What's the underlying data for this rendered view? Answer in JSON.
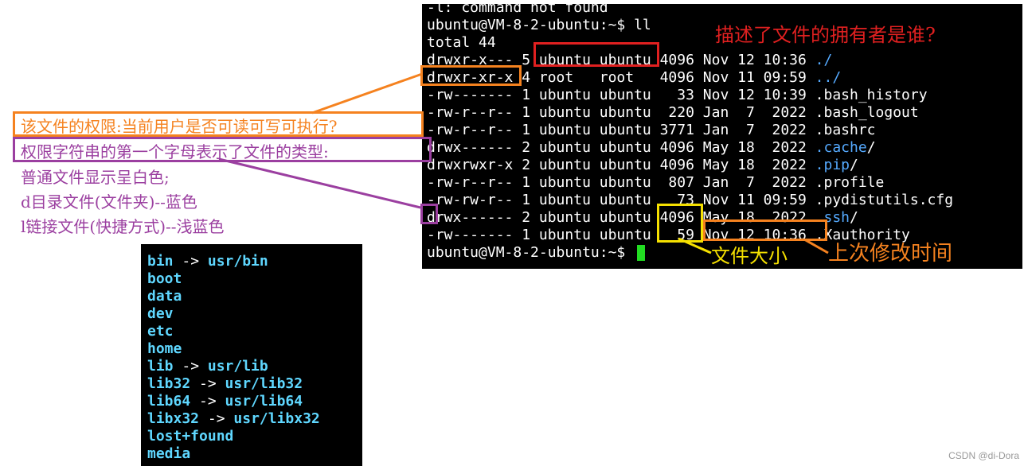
{
  "terminal": {
    "lines": [
      {
        "plain": "-l: command not found"
      },
      {
        "plain": "ubuntu@VM-8-2-ubuntu:~$ ll"
      },
      {
        "plain": "total 44"
      },
      {
        "plain": "drwxr-x--- 5 ubuntu ubuntu 4096 Nov 12 10:36 ",
        "name": "./",
        "suffix": ""
      },
      {
        "plain": "drwxr-xr-x 4 root   root   4096 Nov 11 09:59 ",
        "name": "../",
        "suffix": ""
      },
      {
        "plain": "-rw------- 1 ubuntu ubuntu   33 Nov 12 10:39 .bash_history"
      },
      {
        "plain": "-rw-r--r-- 1 ubuntu ubuntu  220 Jan  7  2022 .bash_logout"
      },
      {
        "plain": "-rw-r--r-- 1 ubuntu ubuntu 3771 Jan  7  2022 .bashrc"
      },
      {
        "plain": "drwx------ 2 ubuntu ubuntu 4096 May 18  2022 ",
        "name": ".cache",
        "suffix": "/"
      },
      {
        "plain": "drwxrwxr-x 2 ubuntu ubuntu 4096 May 18  2022 ",
        "name": ".pip",
        "suffix": "/"
      },
      {
        "plain": "-rw-r--r-- 1 ubuntu ubuntu  807 Jan  7  2022 .profile"
      },
      {
        "plain": "-rw-rw-r-- 1 ubuntu ubuntu   73 Nov 11 09:59 .pydistutils.cfg"
      },
      {
        "plain": "drwx------ 2 ubuntu ubuntu 4096 May 18  2022 ",
        "name": ".ssh",
        "suffix": "/"
      },
      {
        "plain": "-rw------- 1 ubuntu ubuntu   59 Nov 12 10:36 .Xauthority"
      },
      {
        "plain": "ubuntu@VM-8-2-ubuntu:~$ "
      }
    ]
  },
  "root_listing": {
    "entries": [
      {
        "name": "bin",
        "arrow": " -> ",
        "target": "usr/bin"
      },
      {
        "name": "boot",
        "arrow": "",
        "target": ""
      },
      {
        "name": "data",
        "arrow": "",
        "target": ""
      },
      {
        "name": "dev",
        "arrow": "",
        "target": ""
      },
      {
        "name": "etc",
        "arrow": "",
        "target": ""
      },
      {
        "name": "home",
        "arrow": "",
        "target": ""
      },
      {
        "name": "lib",
        "arrow": " -> ",
        "target": "usr/lib"
      },
      {
        "name": "lib32",
        "arrow": " -> ",
        "target": "usr/lib32"
      },
      {
        "name": "lib64",
        "arrow": " -> ",
        "target": "usr/lib64"
      },
      {
        "name": "libx32",
        "arrow": " -> ",
        "target": "usr/libx32"
      },
      {
        "name": "lost+found",
        "arrow": "",
        "target": ""
      },
      {
        "name": "media",
        "arrow": "",
        "target": ""
      }
    ]
  },
  "annotations": {
    "owner_question": "描述了文件的拥有者是谁?",
    "permission_question": "该文件的权限:当前用户是否可读可写可执行?",
    "type_note": "权限字符串的第一个字母表示了文件的类型:",
    "regular_file": "普通文件显示呈白色;",
    "directory_file": "d目录文件(文件夹)--蓝色",
    "link_file": "l链接文件(快捷方式)--浅蓝色",
    "file_size": "文件大小",
    "modified_time": "上次修改时间"
  },
  "colors": {
    "owner_box": "#e02020",
    "permission_box": "#f5821f",
    "type_box": "#9b3fa0",
    "size_box": "#f5e000",
    "directory_text": "#55aaff",
    "cursor": "#22dd22"
  },
  "watermark": "CSDN @di-Dora"
}
